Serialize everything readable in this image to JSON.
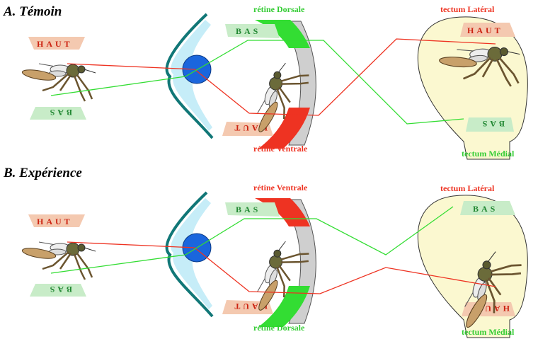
{
  "panels": [
    {
      "title": "A. Témoin",
      "haut": "HAUT",
      "bas": "BAS",
      "retina_top": "rétine Dorsale",
      "retina_bottom": "rétine Ventrale",
      "tectum_top": "tectum Latéral",
      "tectum_bottom": "tectum Médial"
    },
    {
      "title": "B. Expérience",
      "haut": "HAUT",
      "bas": "BAS",
      "retina_top": "rétine Ventrale",
      "retina_bottom": "rétine Dorsale",
      "tectum_top": "tectum Latéral",
      "tectum_bottom": "tectum Médial"
    }
  ],
  "colors": {
    "red": "#ee3322",
    "green": "#33dd33",
    "lens": "#1a66dd",
    "cornea": "#aee6f5",
    "tectum": "#fbf8d0"
  }
}
